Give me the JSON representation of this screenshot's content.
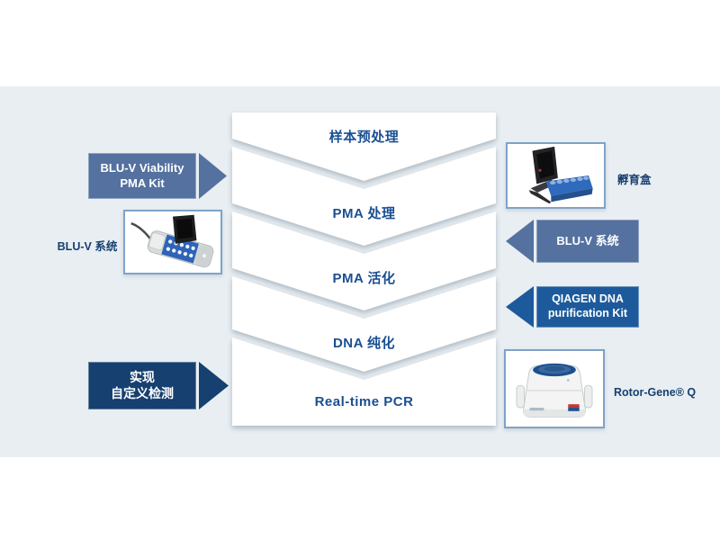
{
  "flow": {
    "steps": [
      {
        "label": "样本预处理"
      },
      {
        "label": "PMA 处理"
      },
      {
        "label": "PMA 活化"
      },
      {
        "label": "DNA 纯化"
      },
      {
        "label": "Real-time PCR"
      }
    ],
    "step_text_color": "#1a4f93"
  },
  "left": {
    "kit_arrow": {
      "line1": "BLU-V Viability",
      "line2": "PMA Kit",
      "color": "#54719f"
    },
    "device_label": "BLU-V 系统",
    "custom_arrow": {
      "line1": "实现",
      "line2": "自定义检测",
      "color": "#16406f"
    }
  },
  "right": {
    "incubator_label": "孵育盒",
    "bluv_arrow": {
      "label": "BLU-V 系统",
      "color": "#54719f"
    },
    "qiagen_arrow": {
      "line1": "QIAGEN DNA",
      "line2": "purification Kit",
      "color": "#1d5a9b"
    },
    "rotorgene_label": "Rotor-Gene® Q"
  },
  "colors": {
    "panel_background": "#e8eef2",
    "page_background": "#ffffff",
    "chevron_fill": "#ffffff"
  }
}
